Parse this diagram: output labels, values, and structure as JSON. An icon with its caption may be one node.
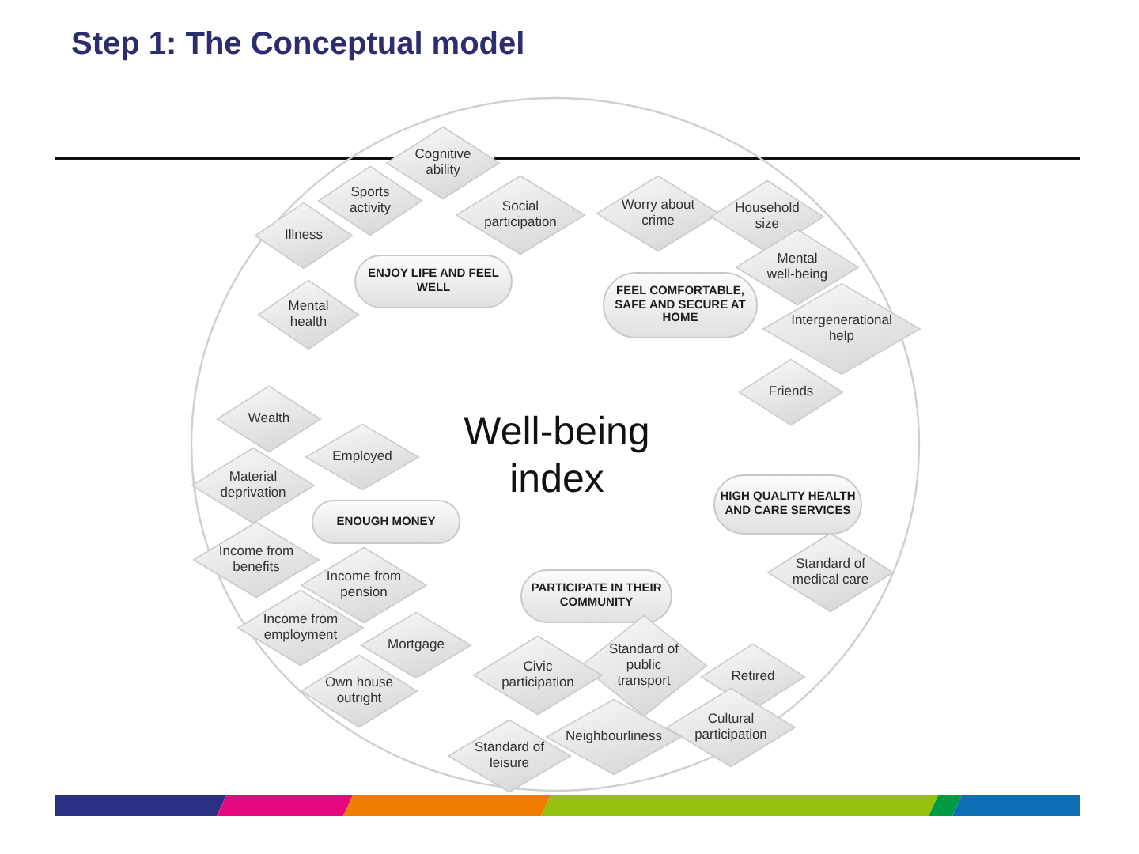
{
  "diagram": {
    "title": "Step 1: The Conceptual model",
    "nodes": [
      {
        "text": [
          "Well-being index"
        ]
      },
      {
        "text": [
          "Cognitive ability"
        ],
        "in": 0
      },
      {
        "text": [
          "Sports activity"
        ],
        "in": 0
      },
      {
        "text": [
          "Social participation"
        ],
        "in": 0
      },
      {
        "text": [
          "Worry about crime"
        ],
        "in": 0
      },
      {
        "text": [
          "Household size"
        ],
        "in": 0
      },
      {
        "text": [
          "Illness"
        ],
        "in": 0
      },
      {
        "text": [
          "Mental well-being"
        ],
        "in": 0
      },
      {
        "text": [
          "ENJOY LIFE AND FEEL WELL"
        ],
        "in": 0
      },
      {
        "text": [
          "FEEL COMFORTABLE, SAFE AND SECURE AT HOME"
        ],
        "in": 0
      },
      {
        "text": [
          "Mental health"
        ],
        "in": 0
      },
      {
        "text": [
          "Intergenerational help"
        ],
        "in": 0
      },
      {
        "text": [
          "Friends"
        ],
        "in": 0
      },
      {
        "text": [
          "Wealth"
        ],
        "in": 0
      },
      {
        "text": [
          "Employed"
        ],
        "in": 0
      },
      {
        "text": [
          "Material deprivation"
        ],
        "in": 0
      },
      {
        "text": [
          "HIGH QUALITY HEALTH AND CARE SERVICES"
        ],
        "in": 0
      },
      {
        "text": [
          "ENOUGH MONEY"
        ],
        "in": 0
      },
      {
        "text": [
          "Income from benefits"
        ],
        "in": 0
      },
      {
        "text": [
          "Income from pension"
        ],
        "in": 0
      },
      {
        "text": [
          "Standard of medical care"
        ],
        "in": 0
      },
      {
        "text": [
          "PARTICIPATE IN THEIR COMMUNITY"
        ],
        "in": 0
      },
      {
        "text": [
          "Income from employment"
        ],
        "in": 0
      },
      {
        "text": [
          "Mortgage"
        ],
        "in": 0
      },
      {
        "text": [
          "Standard of public transport"
        ],
        "in": 0
      },
      {
        "text": [
          "Civic participation"
        ],
        "in": 0
      },
      {
        "text": [
          "Retired"
        ],
        "in": 0
      },
      {
        "text": [
          "Own house outright"
        ],
        "in": 0
      },
      {
        "text": [
          "Cultural participation"
        ],
        "in": 0
      },
      {
        "text": [
          "Neighbourliness"
        ],
        "in": 0
      },
      {
        "text": [
          "Standard of leisure"
        ],
        "in": 0
      }
    ]
  }
}
